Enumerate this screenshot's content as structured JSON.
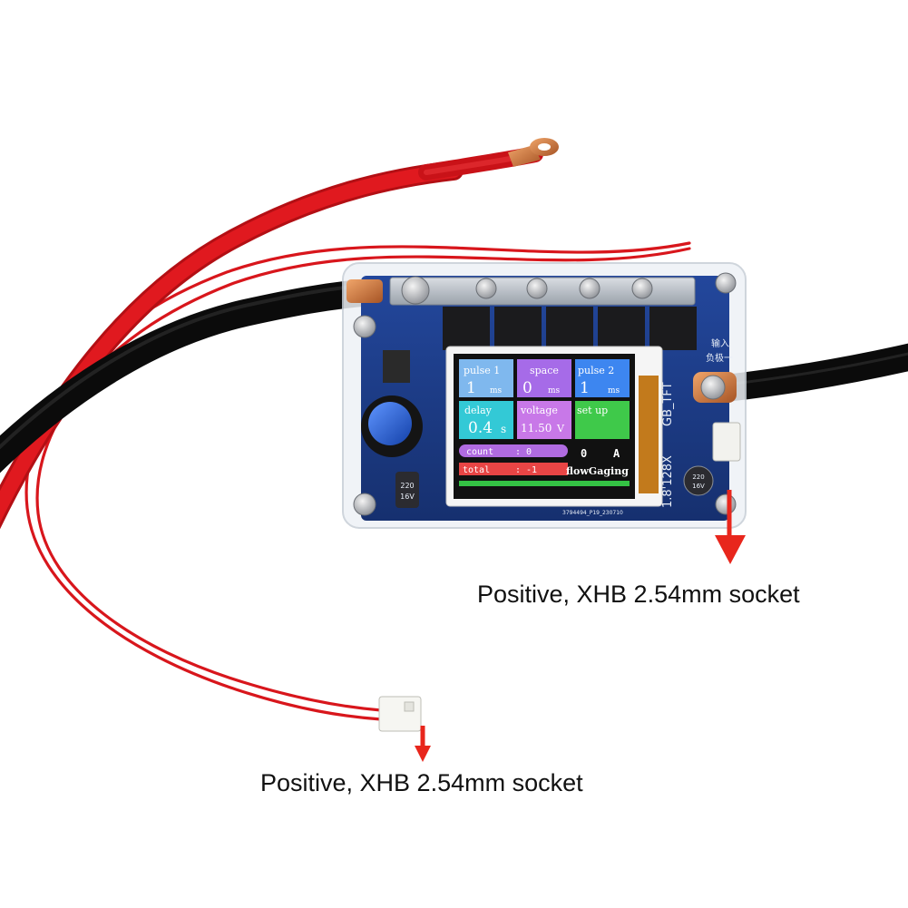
{
  "screen": {
    "tiles": [
      {
        "label": "pulse 1",
        "value": "1",
        "unit": "ms",
        "color": "#7fb8ee"
      },
      {
        "label": "space",
        "value": "0",
        "unit": "ms",
        "color": "#a66be8"
      },
      {
        "label": "pulse 2",
        "value": "1",
        "unit": "ms",
        "color": "#3d86f0"
      },
      {
        "label": "delay",
        "value": "0.4",
        "unit": "s",
        "color": "#33c9d6"
      },
      {
        "label": "voltage",
        "value": "11.50",
        "unit": "V",
        "color": "#c878e8"
      },
      {
        "label": "set up",
        "value": "",
        "unit": "",
        "color": "#3fc94a"
      }
    ],
    "count_label": "count",
    "count_value": ": 0",
    "total_label": "total",
    "total_value": ": -1",
    "current_value": "0",
    "current_unit": "A",
    "status": "flowGaging",
    "count_color": "#b06be0",
    "total_color": "#e84545",
    "status_bar_color": "#34c244"
  },
  "board": {
    "display_label": "1.8'128X",
    "display_label2": "GB_TFT",
    "input_label": "输入",
    "input_label2": "负极一",
    "cap_label": "220",
    "cap_label2": "16V",
    "cap_label3": "220",
    "cap_label4": "16V",
    "pcb_code": "3794494_P19_230710"
  },
  "annotations": [
    {
      "text": "Positive,  XHB 2.54mm socket"
    },
    {
      "text": "Positive,  XHB 2.54mm socket"
    }
  ],
  "colors": {
    "pcb": "#1a3a8a",
    "wire_red": "#e0191f",
    "wire_black": "#111111",
    "arrow": "#e8261c",
    "knob": "#1f5fd0",
    "copper": "#c9733a"
  }
}
